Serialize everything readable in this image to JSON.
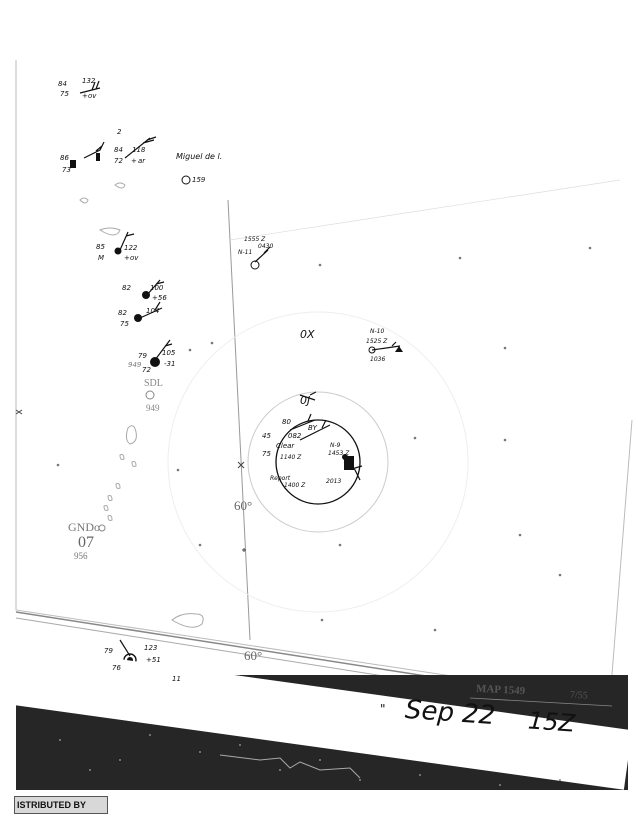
{
  "map": {
    "title": "MAP 1549",
    "edition": "7/55",
    "meridian_label_upper": "60°",
    "meridian_label_lower": "60°",
    "handwritten_date": "Sep 22",
    "handwritten_time": "15Z",
    "footer_text": "ISTRIBUTED BY"
  },
  "stations": [
    {
      "id": "GNDo",
      "pressure_code": "07",
      "extra": "956"
    },
    {
      "id": "SDL",
      "pressure_code": "",
      "extra": "949"
    }
  ],
  "observations": [
    {
      "id": "obs-a",
      "lines": [
        "84",
        "132",
        "75",
        "+",
        "ov"
      ]
    },
    {
      "id": "obs-b",
      "lines": [
        "2",
        "86",
        "84",
        "118",
        "73",
        "72",
        "+",
        "ar"
      ]
    },
    {
      "id": "obs-c",
      "lines": [
        "Miguel de l.",
        "159"
      ]
    },
    {
      "id": "obs-d",
      "lines": [
        "1555 Z",
        "N-11",
        "0430"
      ]
    },
    {
      "id": "obs-e",
      "lines": [
        "85",
        "122",
        "M",
        "+",
        "ov"
      ]
    },
    {
      "id": "obs-f",
      "lines": [
        "82",
        "100",
        "+56",
        "82",
        "104",
        "75"
      ]
    },
    {
      "id": "obs-g",
      "lines": [
        "79",
        "105",
        "949",
        "-31",
        "72"
      ]
    },
    {
      "id": "obs-h",
      "lines": [
        "0X"
      ]
    },
    {
      "id": "obs-i",
      "lines": [
        "N-10",
        "1525 Z",
        "1036"
      ]
    },
    {
      "id": "obs-j",
      "lines": [
        "0J"
      ]
    },
    {
      "id": "obs-k",
      "lines": [
        "80",
        "BY",
        "45",
        "082",
        "75",
        "Clear",
        "N-9",
        "1453 Z",
        "Report",
        "1400 Z",
        "2013",
        "1140 Z"
      ]
    },
    {
      "id": "obs-l",
      "lines": [
        "123",
        "79",
        "+51",
        "76",
        "11"
      ]
    }
  ]
}
